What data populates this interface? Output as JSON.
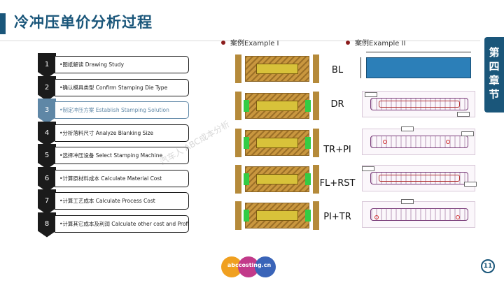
{
  "title": "冷冲压单价分析过程",
  "chapter": [
    "第",
    "四",
    "章",
    "节"
  ],
  "steps": [
    {
      "num": "1",
      "text": "•图纸解读  Drawing  Study"
    },
    {
      "num": "2",
      "text": "•确认模具类型  Confirm  Stamping Die Type"
    },
    {
      "num": "3",
      "text": "•制定冲压方案  Establish Stamping Solution"
    },
    {
      "num": "4",
      "text": "•分析落料尺寸  Analyze Blanking Size"
    },
    {
      "num": "5",
      "text": "•选择冲压设备  Select Stamping Machine"
    },
    {
      "num": "6",
      "text": "•计算原材料成本  Calculate Material Cost"
    },
    {
      "num": "7",
      "text": "•计算工艺成本  Calculate Process Cost"
    },
    {
      "num": "8",
      "text": "•计算其它成本及利润  Calculate other cost and Profit"
    }
  ],
  "active_step": 3,
  "watermark": "汽车人  ABC成本分析",
  "case1_label": "案例Example I",
  "case2_label": "案例Example II",
  "processes": [
    "BL",
    "DR",
    "TR+PI",
    "FL+RST",
    "PI+TR"
  ],
  "logo_text": "abccosting.cn",
  "page_number": "11",
  "colors": {
    "accent": "#1a567a",
    "active_step": "#5f87a6",
    "case_dot": "#8b1c1c",
    "blank_plate": "#2c7fb8"
  }
}
